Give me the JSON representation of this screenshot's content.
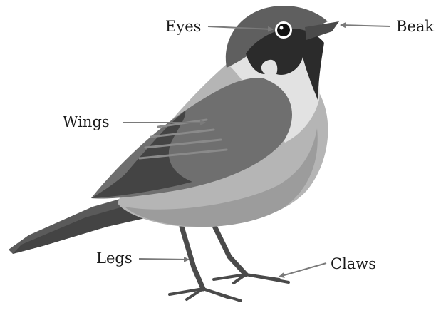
{
  "labels": {
    "eyes": "Eyes",
    "beak": "Beak",
    "wings": "Wings",
    "legs": "Legs",
    "claws": "Claws"
  },
  "colors": {
    "background": "#ffffff",
    "label_text": "#1a1a1a",
    "pointer_line": "#7a7a7a",
    "head_cap": "#5f5f5f",
    "face_mask": "#2b2b2b",
    "throat": "#e2e2e2",
    "body": "#b5b5b5",
    "belly": "#9c9c9c",
    "wing": "#6f6f6f",
    "wing_dark": "#444444",
    "tail": "#5a5a5a",
    "legs": "#4a4a4a"
  }
}
